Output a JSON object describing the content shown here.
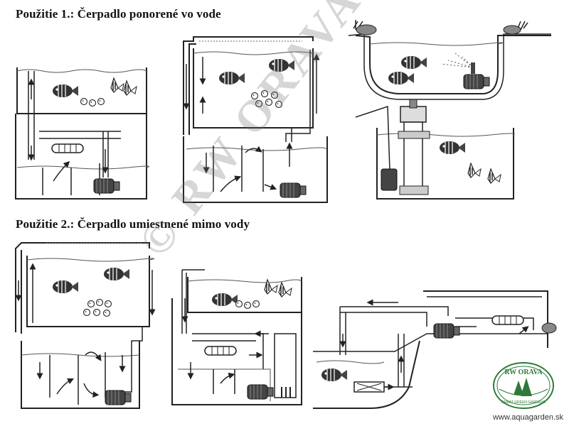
{
  "headings": {
    "usage1": "Použitie 1.: Čerpadlo ponorené vo vode",
    "usage2": "Použitie 2.: Čerpadlo umiestnené mimo vody"
  },
  "watermark": "© RW ORAVA",
  "logo": {
    "name": "RW ORAVA",
    "tagline": "GREAT GREEN GARDENS"
  },
  "website": "www.aquagarden.sk",
  "colors": {
    "line": "#222222",
    "water": "#6a6a6a",
    "logo_green": "#2f7a3a"
  }
}
